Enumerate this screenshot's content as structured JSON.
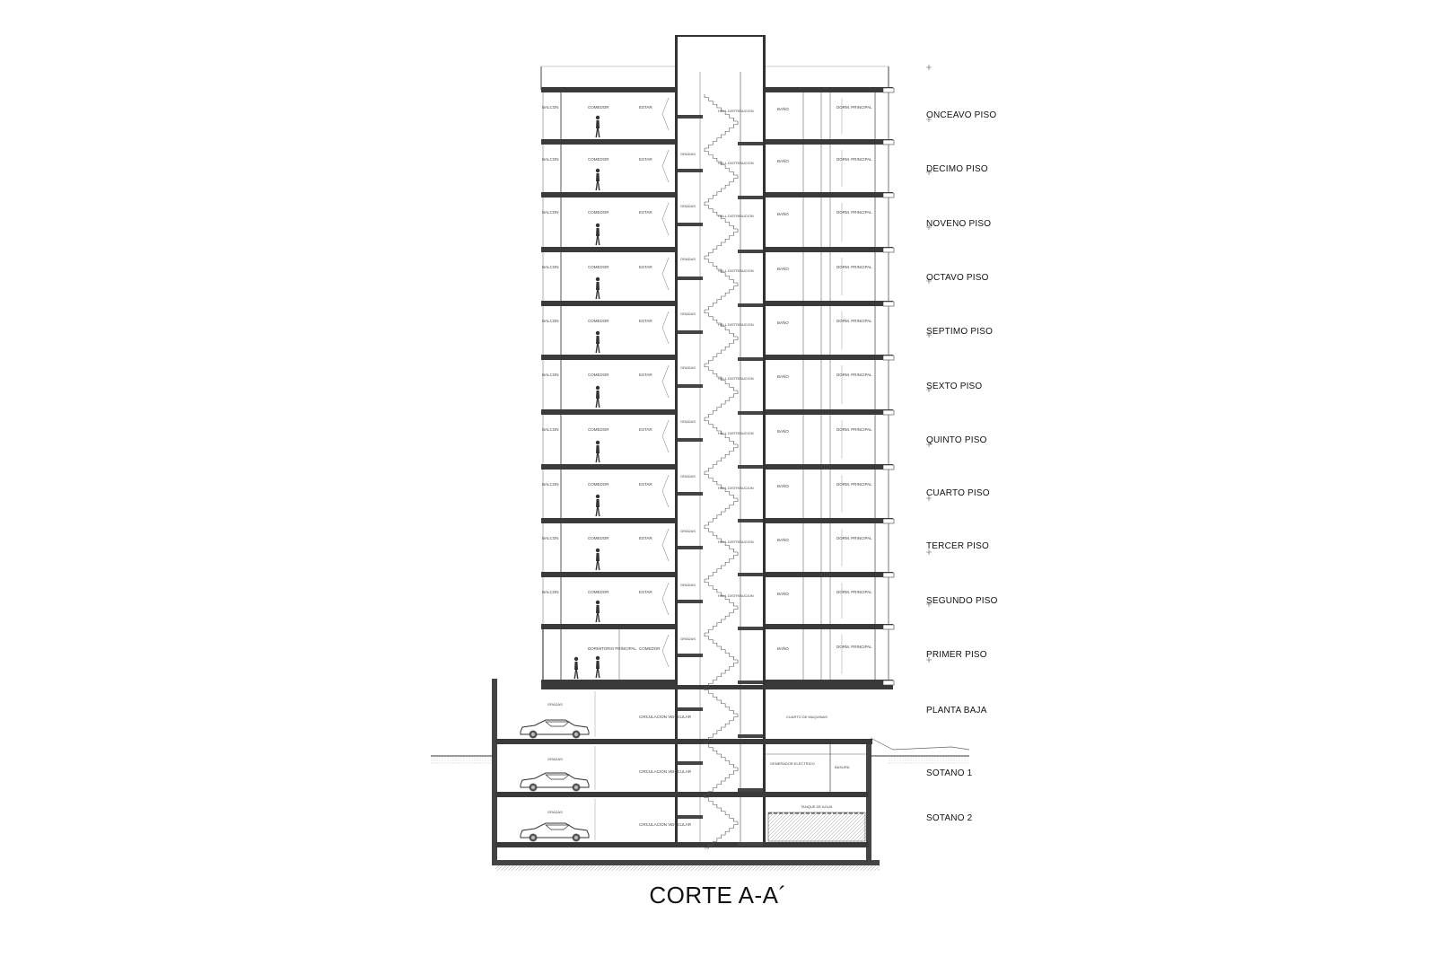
{
  "drawing": {
    "title": "CORTE A-A´",
    "floors": [
      {
        "label": "ONCEAVO PISO"
      },
      {
        "label": "DECIMO PISO"
      },
      {
        "label": "NOVENO PISO"
      },
      {
        "label": "OCTAVO PISO"
      },
      {
        "label": "SEPTIMO PISO"
      },
      {
        "label": "SEXTO PISO"
      },
      {
        "label": "QUINTO PISO"
      },
      {
        "label": "CUARTO PISO"
      },
      {
        "label": "TERCER PISO"
      },
      {
        "label": "SEGUNDO PISO"
      },
      {
        "label": "PRIMER PISO"
      },
      {
        "label": "PLANTA BAJA"
      },
      {
        "label": "SOTANO 1"
      },
      {
        "label": "SOTANO 2"
      }
    ],
    "rooms": {
      "typical_left": [
        "BALCON",
        "COMEDOR",
        "ESTAR"
      ],
      "stair": "GRADAS",
      "hall": "HALL DISTRIBUCION",
      "typical_right": [
        "BAÑO",
        "DORM. PRINCIPAL"
      ],
      "first_floor_left": [
        "DORMITORIO PRINCIPAL",
        "COMEDOR"
      ],
      "parking": [
        "GRADAS",
        "CIRCULACION VEHICULAR"
      ],
      "ground_room": "CUARTO DE MAQUINAS",
      "basement1_rooms": [
        "GENERADOR ELECTRICO",
        "BASURA"
      ],
      "basement2_room": "TANQUE DE AGUA"
    }
  }
}
